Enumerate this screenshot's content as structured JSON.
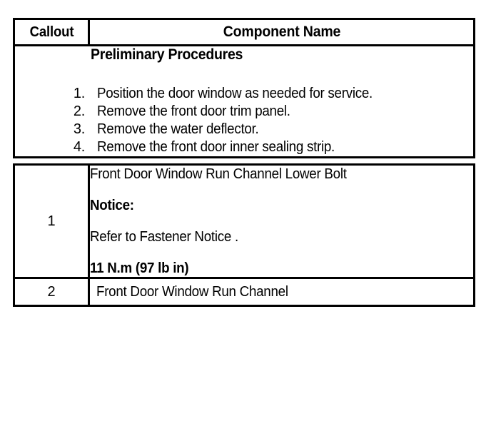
{
  "table": {
    "headers": {
      "callout": "Callout",
      "component_name": "Component Name"
    },
    "preliminary": {
      "title": "Preliminary Procedures",
      "steps": [
        {
          "number": "1.",
          "text": "Position the door window as needed for service."
        },
        {
          "number": "2.",
          "text": "Remove the front door trim panel."
        },
        {
          "number": "3.",
          "text": "Remove the water deflector."
        },
        {
          "number": "4.",
          "text": "Remove the front door inner sealing strip."
        }
      ]
    },
    "rows": [
      {
        "callout": "1",
        "lines": [
          {
            "text": "Front Door Window Run Channel Lower Bolt",
            "bold": false
          },
          {
            "text": "Notice:",
            "bold": true
          },
          {
            "text": "Refer to Fastener Notice .",
            "bold": false
          },
          {
            "text": "11 N.m (97 lb in)",
            "bold": true
          }
        ]
      },
      {
        "callout": "2",
        "lines": [
          {
            "text": "Front Door Window Run Channel",
            "bold": false
          }
        ]
      }
    ]
  },
  "colors": {
    "border": "#000000",
    "text": "#000000",
    "background": "#ffffff"
  }
}
